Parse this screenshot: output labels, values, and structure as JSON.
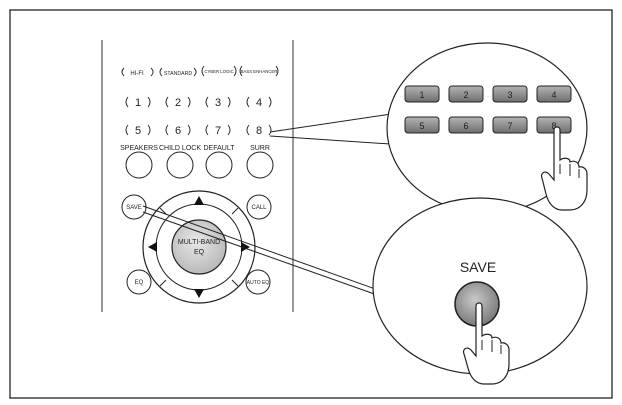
{
  "remote": {
    "mode_labels": [
      "HI-FI",
      "STANDARD",
      "CYBER LOGIC",
      "BASS ENHANCER"
    ],
    "digits": [
      "1",
      "2",
      "3",
      "4",
      "5",
      "6",
      "7",
      "8"
    ],
    "function_labels": [
      "SPEAKERS",
      "CHILD LOCK",
      "DEFAULT",
      "SURR"
    ],
    "save_label": "SAVE",
    "call_label": "CALL",
    "eq_label": "EQ",
    "auto_eq_label": "AUTO EQ",
    "multi_eq_line1": "MULTI-BAND",
    "multi_eq_line2": "EQ"
  },
  "callout_top": {
    "keys": [
      "1",
      "2",
      "3",
      "4",
      "5",
      "6",
      "7",
      "8"
    ]
  },
  "callout_bottom": {
    "save_label": "SAVE"
  },
  "icons": [
    "hand-pointer-icon",
    "arrow-up-icon",
    "arrow-down-icon",
    "arrow-left-icon",
    "arrow-right-icon"
  ],
  "colors": {
    "key_fill": "#8a8a8a",
    "button_fill": "#9a9a9a",
    "stroke": "#222222"
  }
}
